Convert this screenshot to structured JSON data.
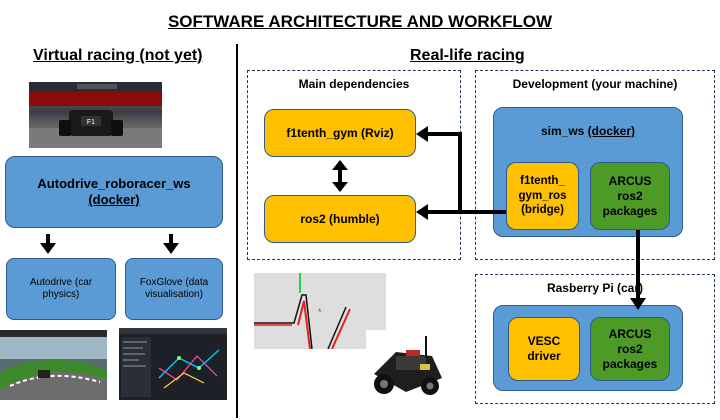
{
  "title": "SOFTWARE ARCHITECTURE AND WORKFLOW",
  "left": {
    "heading": "Virtual racing (not yet)",
    "ws_line1": "Autodrive_roboracer_ws",
    "ws_line2": "(docker)",
    "autodrive": "Autodrive (car physics)",
    "foxglove": "FoxGlove (data visualisation)"
  },
  "right": {
    "heading": "Real-life racing",
    "main_deps_label": "Main dependencies",
    "f1tenth_gym": "f1tenth_gym (Rviz)",
    "ros2": "ros2 (humble)",
    "dev_label": "Development (your machine)",
    "sim_ws_prefix": "sim_ws ",
    "sim_ws_docker": "(docker)",
    "bridge_l1": "f1tenth_",
    "bridge_l2": "gym_ros",
    "bridge_l3": "(bridge)",
    "arcus_l1": "ARCUS",
    "arcus_l2": "ros2",
    "arcus_l3": "packages",
    "pi_label": "Rasberry Pi (car)",
    "vesc_l1": "VESC",
    "vesc_l2": "driver"
  },
  "colors": {
    "blue": "#5b9bd5",
    "yellow": "#ffc000",
    "green": "#4e9a27",
    "border": "#2e5a8e"
  }
}
